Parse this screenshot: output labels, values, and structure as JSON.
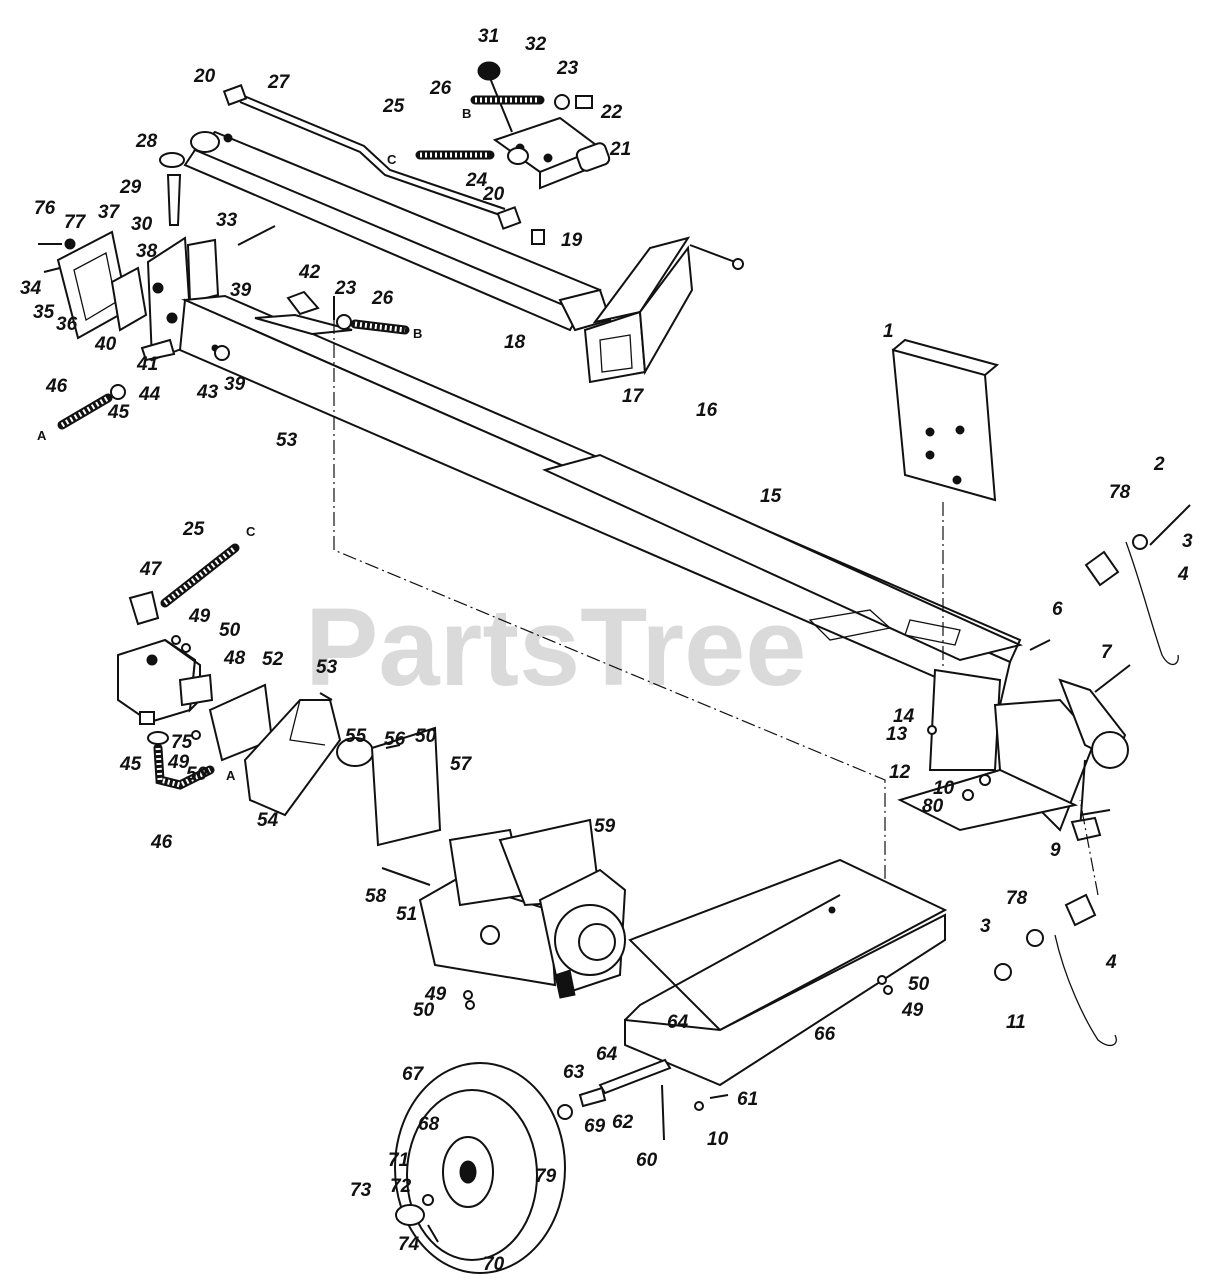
{
  "watermark": {
    "text": "PartsTree",
    "trademark": "™"
  },
  "connector_labels": [
    {
      "id": "B-top",
      "text": "B"
    },
    {
      "id": "C-top",
      "text": "C"
    },
    {
      "id": "B-mid",
      "text": "B"
    },
    {
      "id": "A-left",
      "text": "A"
    },
    {
      "id": "C-pump",
      "text": "C"
    },
    {
      "id": "A-pump",
      "text": "A"
    }
  ],
  "part_labels": [
    "31",
    "32",
    "23",
    "22",
    "26",
    "25",
    "21",
    "24",
    "20",
    "20",
    "27",
    "28",
    "29",
    "76",
    "77",
    "37",
    "30",
    "38",
    "33",
    "19",
    "34",
    "35",
    "36",
    "40",
    "39",
    "42",
    "23",
    "26",
    "18",
    "41",
    "43",
    "39",
    "46",
    "45",
    "44",
    "53",
    "17",
    "16",
    "1",
    "2",
    "78",
    "3",
    "4",
    "15",
    "25",
    "47",
    "49",
    "50",
    "48",
    "52",
    "53",
    "55",
    "56",
    "50",
    "57",
    "6",
    "7",
    "14",
    "13",
    "12",
    "45",
    "75",
    "49",
    "50",
    "46",
    "54",
    "10",
    "80",
    "9",
    "59",
    "58",
    "51",
    "78",
    "3",
    "4",
    "11",
    "49",
    "50",
    "50",
    "49",
    "66",
    "64",
    "64",
    "63",
    "62",
    "61",
    "10",
    "60",
    "67",
    "68",
    "69",
    "71",
    "79",
    "72",
    "73",
    "74",
    "70"
  ]
}
